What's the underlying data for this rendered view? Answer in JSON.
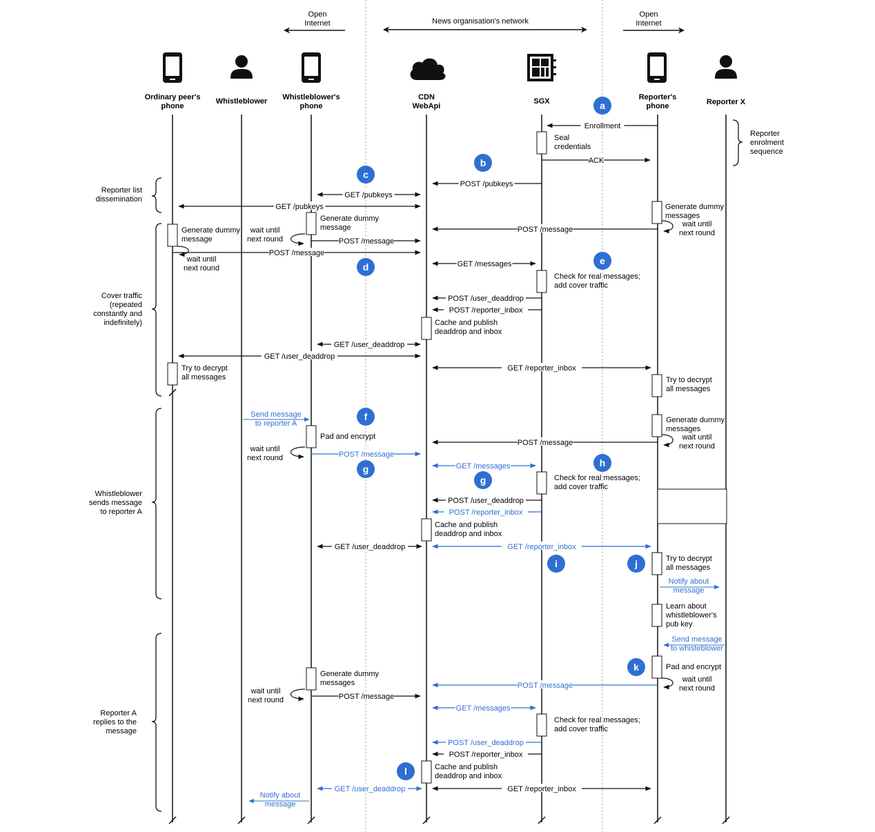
{
  "zones": {
    "left": {
      "line1": "Open",
      "line2": "Internet"
    },
    "center": "News organisation's network",
    "right": {
      "line1": "Open",
      "line2": "Internet"
    }
  },
  "actors": [
    {
      "id": "peer",
      "line1": "Ordinary peer's",
      "line2": "phone",
      "icon": "phone-icon"
    },
    {
      "id": "wb",
      "line1": "Whistleblower",
      "line2": "",
      "icon": "person-icon"
    },
    {
      "id": "wbphone",
      "line1": "Whistleblower's",
      "line2": "phone",
      "icon": "phone-icon"
    },
    {
      "id": "cdn",
      "line1": "CDN",
      "line2": "WebApi",
      "icon": "cloud-icon"
    },
    {
      "id": "sgx",
      "line1": "SGX",
      "line2": "",
      "icon": "chip-icon"
    },
    {
      "id": "rphone",
      "line1": "Reporter's",
      "line2": "phone",
      "icon": "phone-icon"
    },
    {
      "id": "rx",
      "line1": "Reporter X",
      "line2": "",
      "icon": "person-icon"
    }
  ],
  "groups": [
    {
      "label": [
        "Reporter list",
        "dissemination"
      ]
    },
    {
      "label": [
        "Cover traffic",
        "(repeated",
        "constantly and",
        "indefinitely)"
      ]
    },
    {
      "label": [
        "Whistleblower",
        "sends message",
        "to reporter A"
      ]
    },
    {
      "label": [
        "Reporter A",
        "replies to the",
        "message"
      ]
    },
    {
      "label": [
        "Reporter",
        "enrolment",
        "sequence"
      ]
    }
  ],
  "badges": [
    "a",
    "b",
    "c",
    "d",
    "e",
    "f",
    "g",
    "g",
    "h",
    "i",
    "j",
    "k",
    "l"
  ],
  "messages": [
    "Enrollment",
    "ACK",
    "POST /pubkeys",
    "GET /pubkeys",
    "GET /pubkeys",
    "POST /message",
    "POST /message",
    "POST /message",
    "GET /messages",
    "POST /user_deaddrop",
    "POST /reporter_inbox",
    "GET /user_deaddrop",
    "GET /user_deaddrop",
    "GET /reporter_inbox",
    "POST /message",
    "POST /message",
    "GET /messages",
    "POST /user_deaddrop",
    "POST /reporter_inbox",
    "GET /user_deaddrop",
    "GET /reporter_inbox",
    "POST /message",
    "POST /message",
    "GET /messages",
    "POST /user_deaddrop",
    "POST /reporter_inbox",
    "GET /user_deaddrop",
    "GET /reporter_inbox"
  ],
  "notes": [
    [
      "Seal",
      "credentials"
    ],
    [
      "Generate dummy",
      "messages"
    ],
    [
      "wait until",
      "next round"
    ],
    [
      "Generate dummy",
      "message"
    ],
    [
      "wait until",
      "next round"
    ],
    [
      "Generate dummy",
      "message"
    ],
    [
      "wait until",
      "next round"
    ],
    [
      "Check for real messages;",
      "add cover traffic"
    ],
    [
      "Cache and publish",
      "deaddrop and inbox"
    ],
    [
      "Try to decrypt",
      "all messages"
    ],
    [
      "Try to decrypt",
      "all messages"
    ],
    [
      "Send message",
      "to reporter A"
    ],
    [
      "Pad and encrypt"
    ],
    [
      "wait until",
      "next round"
    ],
    [
      "Generate dummy",
      "messages"
    ],
    [
      "wait until",
      "next round"
    ],
    [
      "Check for real messages;",
      "add cover traffic"
    ],
    [
      "Cache and publish",
      "deaddrop and inbox"
    ],
    [
      "Try to decrypt",
      "all messages"
    ],
    [
      "Notify about",
      "message"
    ],
    [
      "Learn about",
      "whistleblower's",
      "pub key"
    ],
    [
      "Send message",
      "to whisteblower"
    ],
    [
      "Pad and encrypt"
    ],
    [
      "wait until",
      "next round"
    ],
    [
      "Generate dummy",
      "messages"
    ],
    [
      "wait until",
      "next round"
    ],
    [
      "Check for real messages;",
      "add cover traffic"
    ],
    [
      "Cache and publish",
      "deaddrop and inbox"
    ],
    [
      "Notify about",
      "message"
    ]
  ],
  "colors": {
    "highlight": "#2f6fd1",
    "badge": "#2f6fd1",
    "line": "#111111"
  }
}
